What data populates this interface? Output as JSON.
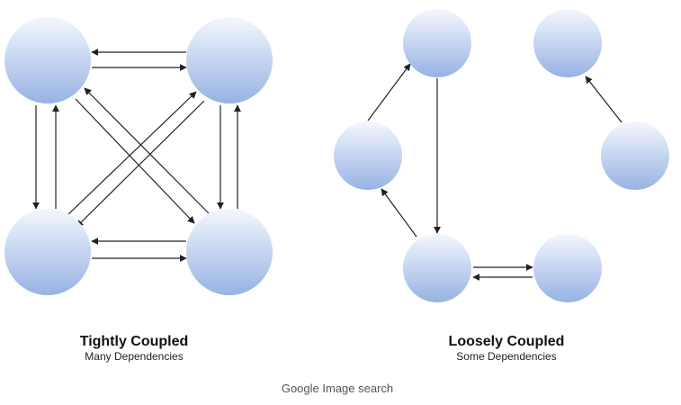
{
  "diagrams": [
    {
      "title": "Tightly Coupled",
      "subtitle": "Many Dependencies"
    },
    {
      "title": "Loosely Coupled",
      "subtitle": "Some Dependencies"
    }
  ],
  "caption": "Google Image search",
  "colors": {
    "node_top": "#f3f6fc",
    "node_bottom": "#9ab5e4",
    "edge": "#222222"
  }
}
